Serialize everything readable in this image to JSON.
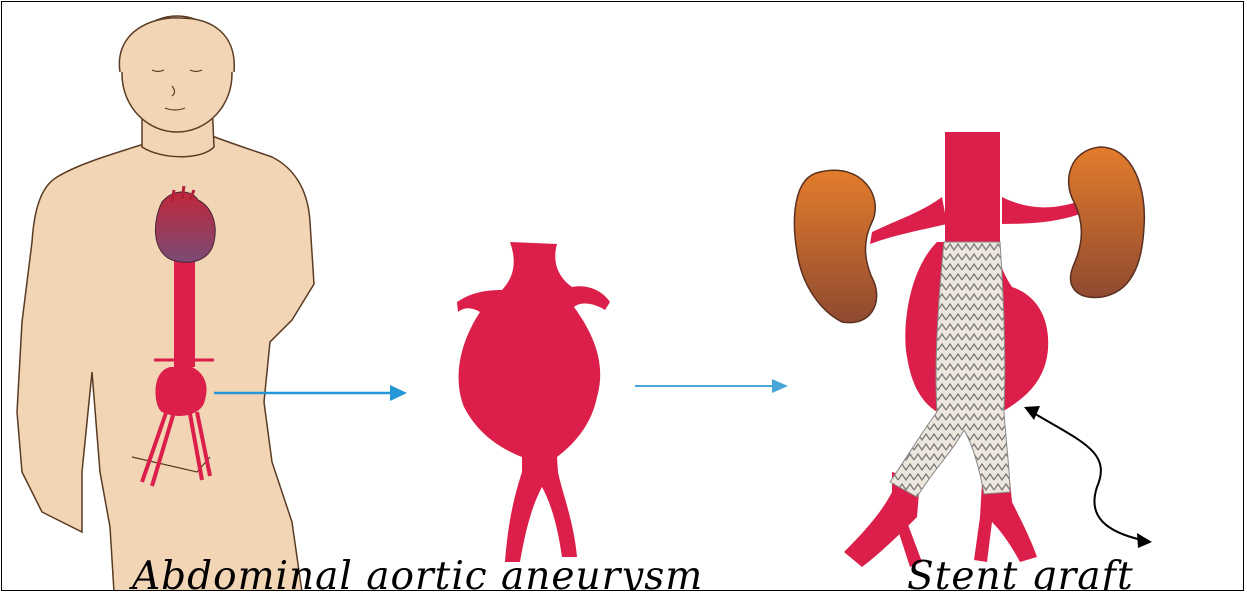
{
  "captions": {
    "left": "Abdominal aortic aneurysm",
    "right": "Stent graft"
  },
  "colors": {
    "skin": "#f2d5b4",
    "vessel": "#dc1f4a",
    "heart_top": "#c0283a",
    "heart_bottom": "#7a4a75",
    "kidney_top": "#e37c2c",
    "kidney_bottom": "#8f4a30",
    "arrow_1": "#2596d6",
    "arrow_2": "#4aa6d8",
    "stent": "#ece6dc"
  },
  "icons": [
    "human-body",
    "heart",
    "aneurysm",
    "kidney",
    "stent-graft",
    "arrow-right",
    "double-arrow"
  ]
}
